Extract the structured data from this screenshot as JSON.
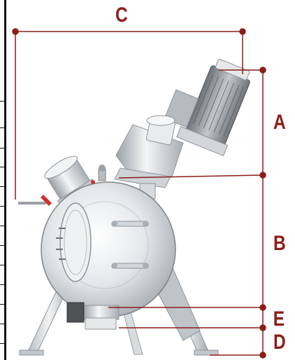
{
  "dimensions": {
    "c": "C",
    "a": "A",
    "b": "B",
    "e": "E",
    "d": "D"
  },
  "colors": {
    "dimension": "#8c1d18",
    "steel_light": "#eef0f2",
    "steel_mid": "#c9cdd2",
    "steel_dark": "#8e949b",
    "motor_dark": "#6f747a",
    "accent_red": "#d0312d"
  },
  "drawing": {
    "subject": "tilting-vessel-machine",
    "parts": [
      "motor",
      "gearbox",
      "top-port",
      "vessel",
      "door",
      "side-port",
      "bottom-outlet",
      "legs"
    ]
  }
}
